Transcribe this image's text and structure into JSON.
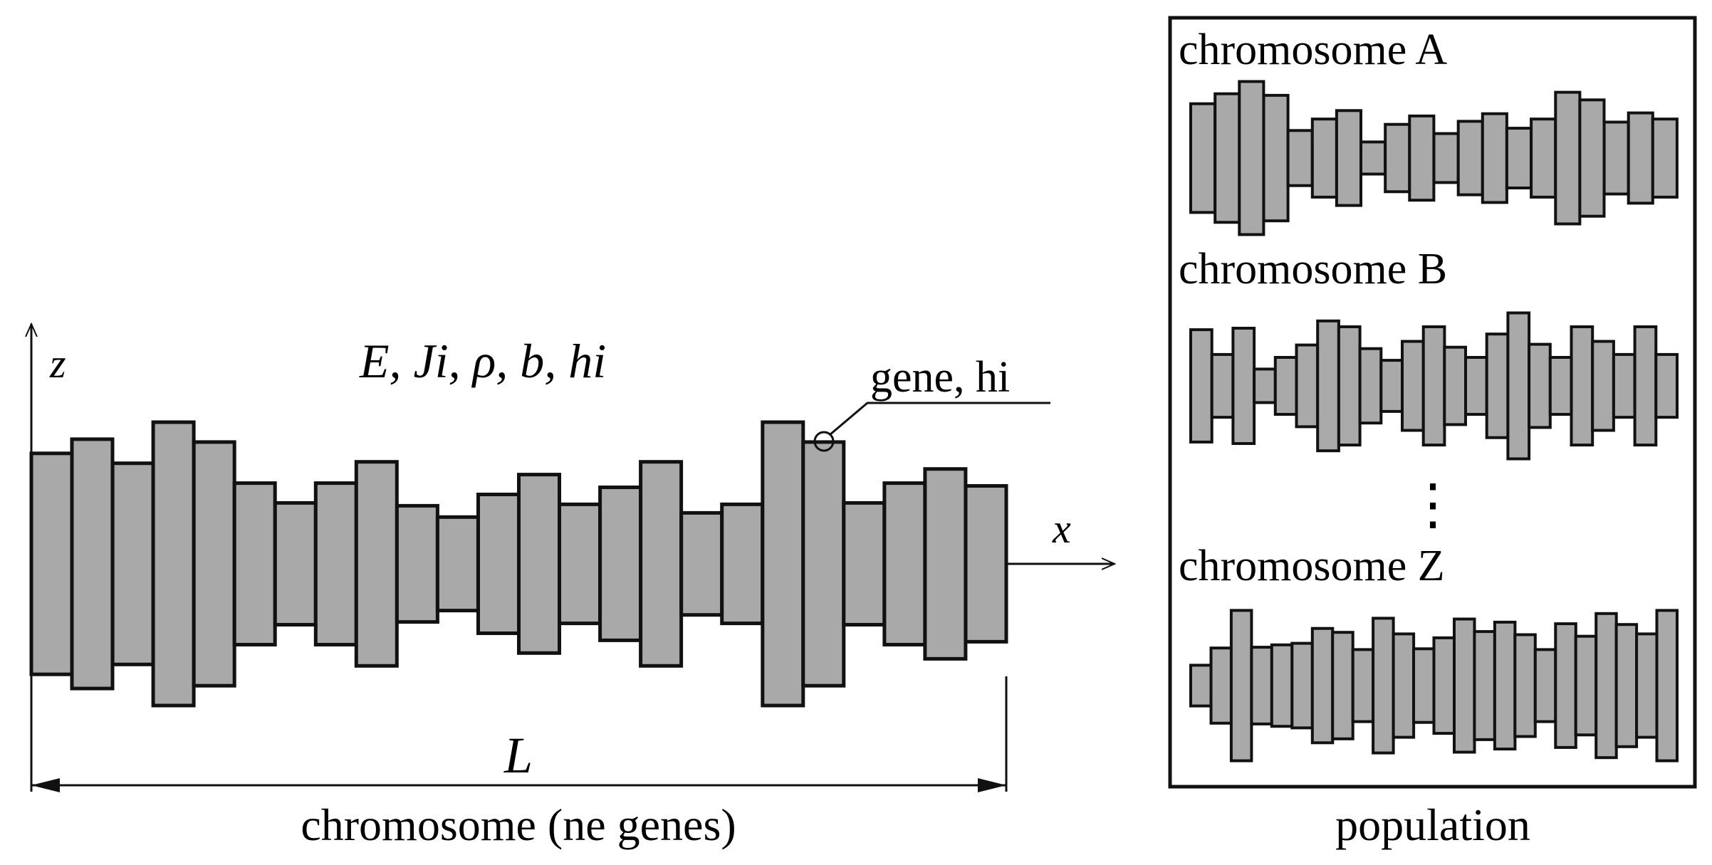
{
  "colors": {
    "gene_fill": "#a9a9a9",
    "stroke": "#111111",
    "background": "#ffffff"
  },
  "labels": {
    "axis_z": "z",
    "axis_x": "x",
    "params": "E, Ji, ρ, b, hi",
    "gene_callout": "gene, hi",
    "length": "L",
    "chromosome_caption": "chromosome (ne genes)",
    "population_caption": "population",
    "ellipsis": "⋮"
  },
  "main_chromosome": {
    "gene_heights": [
      0.78,
      0.88,
      0.71,
      1.0,
      0.86,
      0.57,
      0.43,
      0.57,
      0.72,
      0.41,
      0.33,
      0.49,
      0.63,
      0.42,
      0.54,
      0.72,
      0.36,
      0.42,
      1.0,
      0.86,
      0.43,
      0.57,
      0.67,
      0.55
    ]
  },
  "population": {
    "chromosomes": [
      {
        "label": "chromosome A",
        "gene_heights": [
          0.71,
          0.84,
          1.0,
          0.82,
          0.36,
          0.51,
          0.62,
          0.21,
          0.44,
          0.55,
          0.32,
          0.48,
          0.58,
          0.39,
          0.51,
          0.86,
          0.76,
          0.47,
          0.59,
          0.51
        ]
      },
      {
        "label": "chromosome B",
        "gene_heights": [
          0.77,
          0.43,
          0.79,
          0.23,
          0.39,
          0.56,
          0.89,
          0.81,
          0.51,
          0.35,
          0.61,
          0.81,
          0.53,
          0.39,
          0.71,
          1.0,
          0.57,
          0.39,
          0.81,
          0.61,
          0.43,
          0.81,
          0.43
        ]
      },
      {
        "label": "chromosome Z",
        "gene_heights": [
          0.26,
          0.48,
          0.96,
          0.49,
          0.52,
          0.54,
          0.73,
          0.68,
          0.46,
          0.86,
          0.66,
          0.47,
          0.61,
          0.85,
          0.69,
          0.81,
          0.65,
          0.46,
          0.79,
          0.63,
          0.92,
          0.78,
          0.66,
          0.96
        ]
      }
    ]
  }
}
